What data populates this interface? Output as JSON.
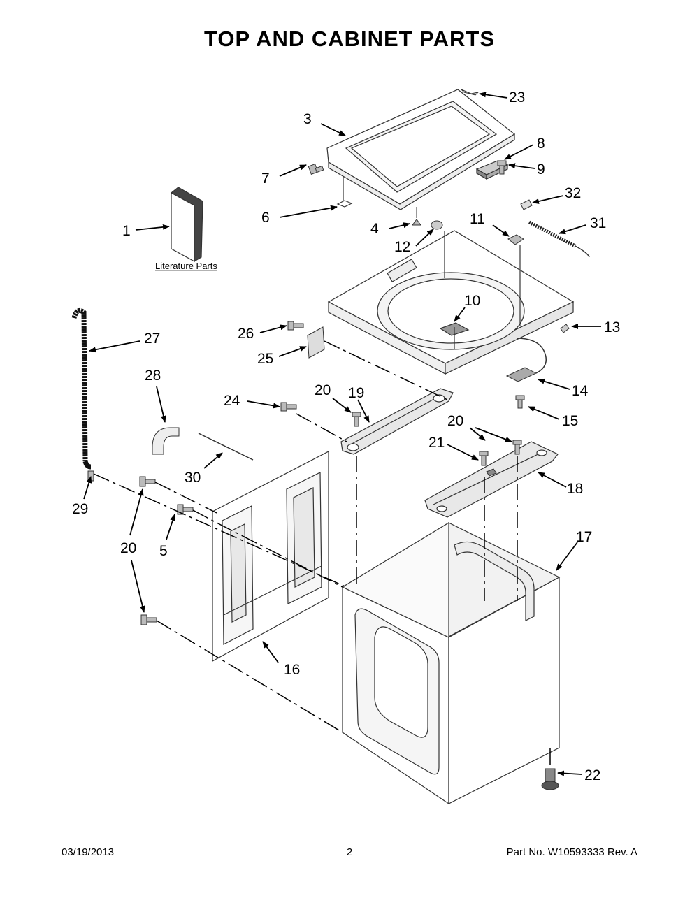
{
  "title": "TOP AND CABINET PARTS",
  "literature_label": "Literature Parts",
  "callouts": {
    "c1": "1",
    "c3": "3",
    "c4": "4",
    "c5": "5",
    "c6": "6",
    "c7": "7",
    "c8": "8",
    "c9": "9",
    "c10": "10",
    "c11": "11",
    "c12": "12",
    "c13": "13",
    "c14": "14",
    "c15": "15",
    "c16": "16",
    "c17": "17",
    "c18": "18",
    "c19": "19",
    "c20a": "20",
    "c20b": "20",
    "c20c": "20",
    "c21": "21",
    "c22": "22",
    "c23": "23",
    "c24": "24",
    "c25": "25",
    "c26": "26",
    "c27": "27",
    "c28": "28",
    "c29": "29",
    "c30": "30",
    "c31": "31",
    "c32": "32"
  },
  "footer": {
    "date": "03/19/2013",
    "page": "2",
    "part_no": "Part No.  W10593333  Rev.  A"
  }
}
